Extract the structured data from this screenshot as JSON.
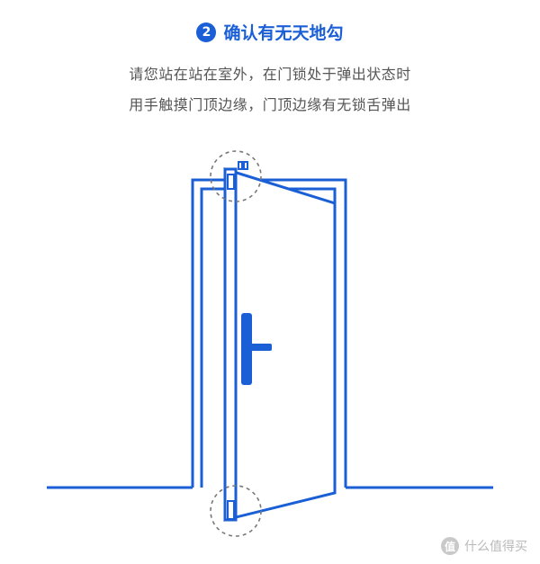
{
  "header": {
    "step_number": "2",
    "title": "确认有无天地勾"
  },
  "instructions": {
    "line1": "请您站在站在室外，在门锁处于弹出状态时",
    "line2": "用手触摸门顶边缘，门顶边缘有无锁舌弹出"
  },
  "watermark": {
    "icon_glyph": "值",
    "text": "什么值得买"
  },
  "colors": {
    "accent": "#1a5fd6",
    "text": "#555555",
    "dashed_circle": "#777777"
  },
  "icons": [
    "step-number-badge",
    "door-illustration",
    "door-handle-icon",
    "top-latch-icon",
    "bottom-latch-icon",
    "watermark-logo-icon"
  ]
}
